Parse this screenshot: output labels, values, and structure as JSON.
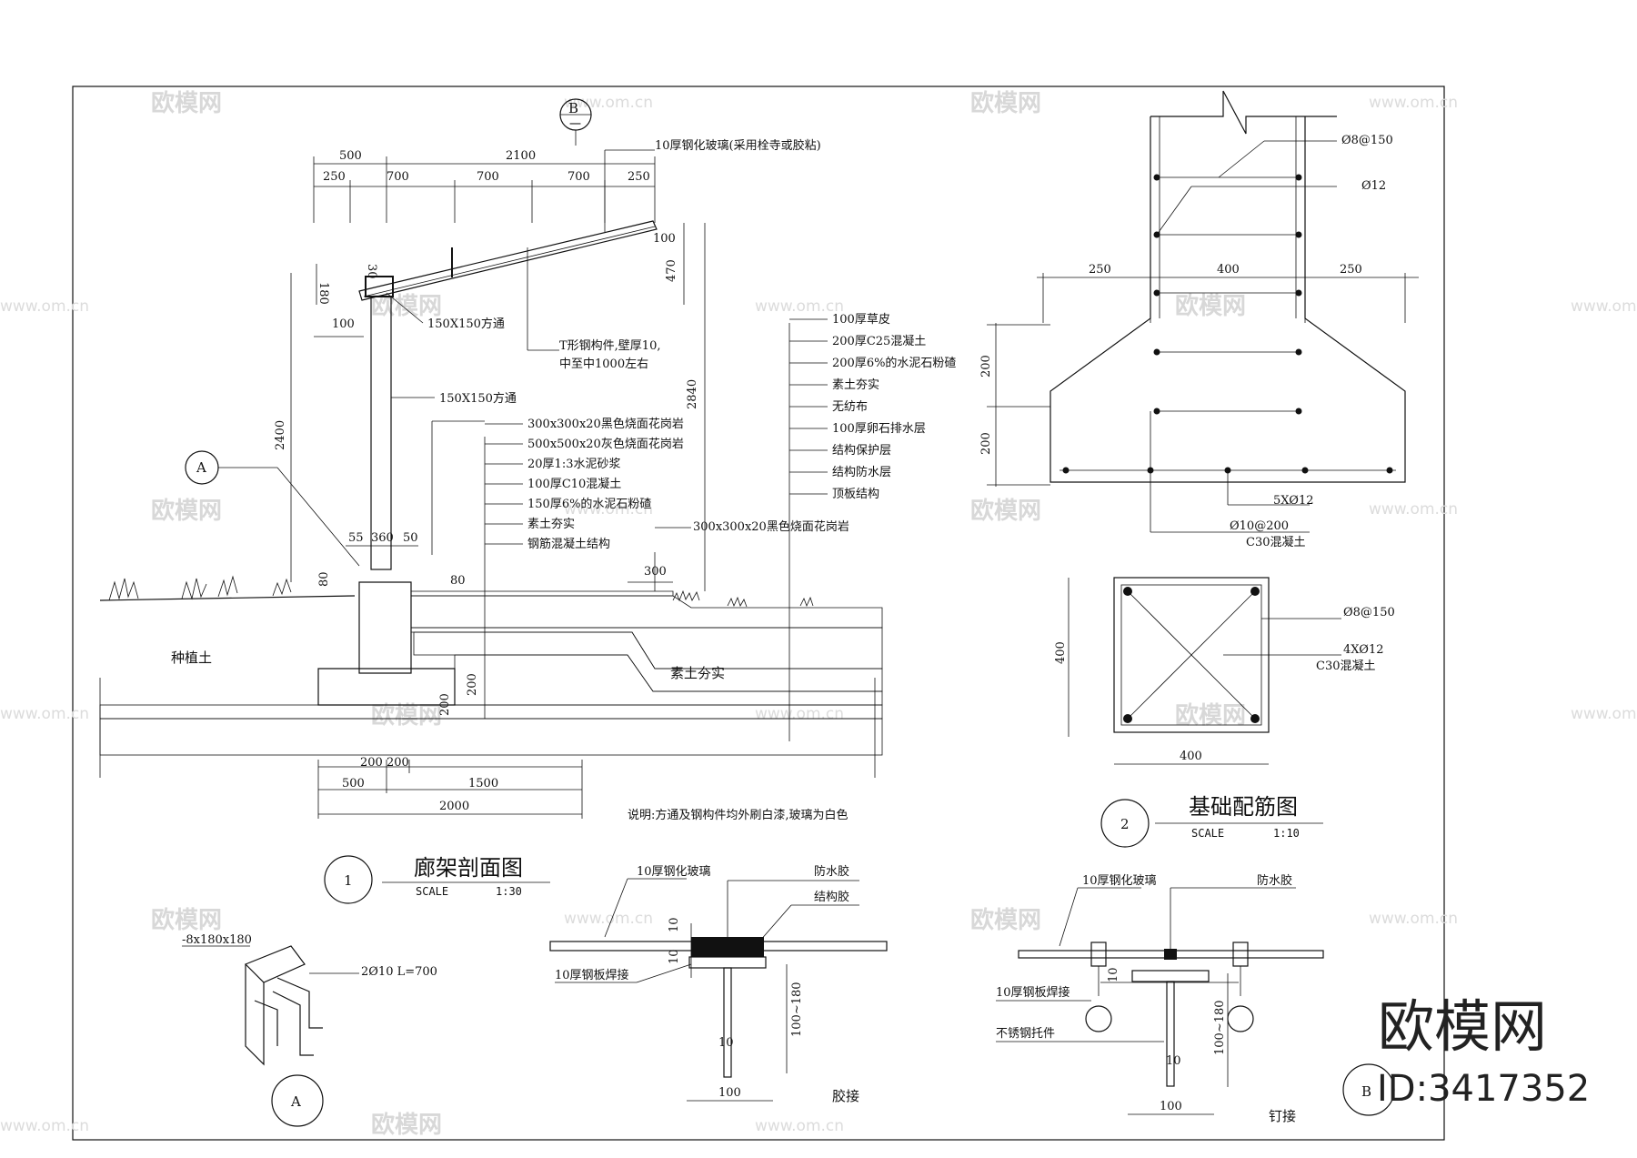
{
  "watermark": {
    "brand": "欧模网",
    "url": "www.om.cn",
    "id_text": "ID:3417352"
  },
  "section1": {
    "number": "1",
    "title": "廊架剖面图",
    "scale_label": "SCALE",
    "scale_value": "1:30",
    "note": "说明:方通及钢构件均外刷白漆,玻璃为白色",
    "glass_label": "10厚钢化玻璃(采用栓寺或胶粘)",
    "tube_top": "150X150方通",
    "tube_post": "150X150方通",
    "t_member": "T形钢构件,壁厚10,",
    "t_member2": "中至中1000左右",
    "callout_A": "A",
    "callout_B": "B",
    "callout_B_sub": "一",
    "soil": "种植土",
    "compact": "素土夯实",
    "granite_300": "300x300x20黑色烧面花岗岩",
    "layers_left": [
      "300x300x20黑色烧面花岗岩",
      "500x500x20灰色烧面花岗岩",
      "20厚1:3水泥砂浆",
      "100厚C10混凝土",
      "150厚6%的水泥石粉碴",
      "素土夯实",
      "钢筋混凝土结构"
    ],
    "layers_right": [
      "100厚草皮",
      "200厚C25混凝土",
      "200厚6%的水泥石粉碴",
      "素土夯实",
      "无纺布",
      "100厚卵石排水层",
      "结构保护层",
      "结构防水层",
      "顶板结构"
    ],
    "dims_top": [
      "500",
      "2100",
      "250",
      "700",
      "700",
      "700",
      "250"
    ],
    "dims_misc": [
      "100",
      "470",
      "30",
      "180",
      "100",
      "2400",
      "2840",
      "55",
      "360",
      "50",
      "80",
      "80",
      "300",
      "200",
      "200",
      "500",
      "1500",
      "2000",
      "200",
      "200"
    ]
  },
  "section2": {
    "number": "2",
    "title": "基础配筋图",
    "scale_label": "SCALE",
    "scale_value": "1:10",
    "rebar_a": "Ø8@150",
    "rebar_b": "Ø12",
    "rebar_c": "5XØ12",
    "rebar_d": "Ø10@200",
    "concrete": "C30混凝土",
    "plan_rebar_a": "Ø8@150",
    "plan_rebar_b": "4XØ12",
    "plan_concrete": "C30混凝土",
    "dims": [
      "250",
      "400",
      "250",
      "200",
      "200",
      "400",
      "400"
    ]
  },
  "detailA": {
    "letter": "A",
    "plate": "-8x180x180",
    "bars": "2Ø10  L=700"
  },
  "detailGlue": {
    "glass": "10厚钢化玻璃",
    "sealant": "防水胶",
    "adhesive": "结构胶",
    "plate": "10厚钢板焊接",
    "caption": "胶接",
    "dims": [
      "10",
      "10",
      "100~180",
      "10",
      "100"
    ]
  },
  "detailBolt": {
    "glass": "10厚钢化玻璃",
    "sealant": "防水胶",
    "plate": "10厚钢板焊接",
    "fitting": "不锈钢托件",
    "caption": "钉接",
    "letter": "B",
    "dims": [
      "10",
      "100~180",
      "10",
      "100"
    ]
  }
}
